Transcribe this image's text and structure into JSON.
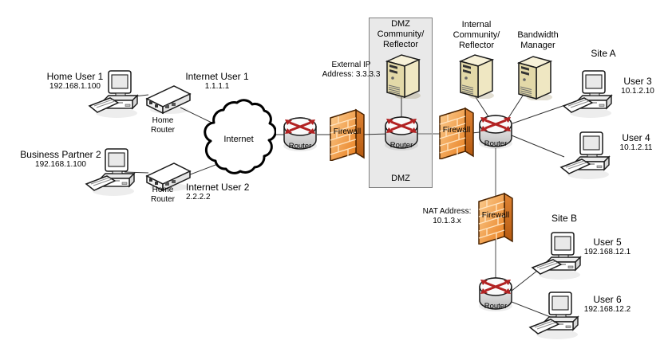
{
  "colors": {
    "firewall_orange": "#ED7D31",
    "firewall_outline": "#4a2300",
    "server_beige": "#E3D9A8",
    "router_arrow_red": "#B22222",
    "dmz_zone_gray": "#E9E9E9",
    "line_black": "#333333",
    "line_gray": "#A6A6A6"
  },
  "nodes": {
    "home_user1": {
      "name": "Home User 1",
      "ip": "192.168.1.100"
    },
    "home_router1": {
      "line1": "Home",
      "line2": "Router"
    },
    "internet_user1": {
      "name": "Internet User 1",
      "ip": "1.1.1.1"
    },
    "business_partner2": {
      "name": "Business Partner 2",
      "ip": "192.168.1.100"
    },
    "home_router2": {
      "line1": "Home",
      "line2": "Router"
    },
    "internet_user2": {
      "name": "Internet User 2",
      "ip": "2.2.2.2"
    },
    "internet_cloud": {
      "label": "Internet"
    },
    "edge_router": {
      "label": "Router"
    },
    "outer_firewall": {
      "label": "Firewall"
    },
    "dmz": {
      "zone_label": "DMZ",
      "server_line1": "DMZ",
      "server_line2": "Community/",
      "server_line3": "Reflector",
      "router_label": "Router"
    },
    "external_ip": {
      "line1": "External IP",
      "line2": "Address: 3.3.3.3"
    },
    "inner_firewall": {
      "label": "Firewall"
    },
    "internal_reflector": {
      "line1": "Internal",
      "line2": "Community/",
      "line3": "Reflector"
    },
    "bandwidth_manager": {
      "line1": "Bandwidth",
      "line2": "Manager"
    },
    "site_a": {
      "label": "Site A"
    },
    "core_router": {
      "label": "Router"
    },
    "user3": {
      "name": "User 3",
      "ip": "10.1.2.10"
    },
    "user4": {
      "name": "User 4",
      "ip": "10.1.2.11"
    },
    "nat_address": {
      "line1": "NAT Address:",
      "line2": "10.1.3.x"
    },
    "siteb_firewall": {
      "label": "Firewall"
    },
    "site_b": {
      "label": "Site B"
    },
    "siteb_router": {
      "label": "Router"
    },
    "user5": {
      "name": "User 5",
      "ip": "192.168.12.1"
    },
    "user6": {
      "name": "User 6",
      "ip": "192.168.12.2"
    }
  }
}
